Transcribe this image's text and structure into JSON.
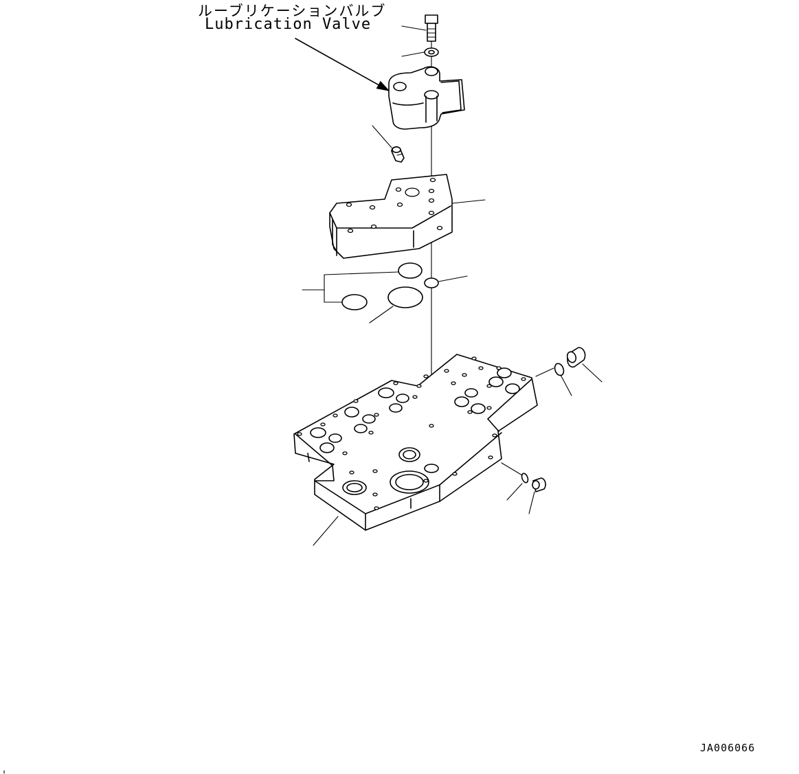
{
  "callout": {
    "label_jp": "ルーブリケーションバルブ",
    "label_en": "Lubrication Valve"
  },
  "drawing_id": "JA006066",
  "colors": {
    "line": "#000000",
    "background": "#ffffff"
  }
}
